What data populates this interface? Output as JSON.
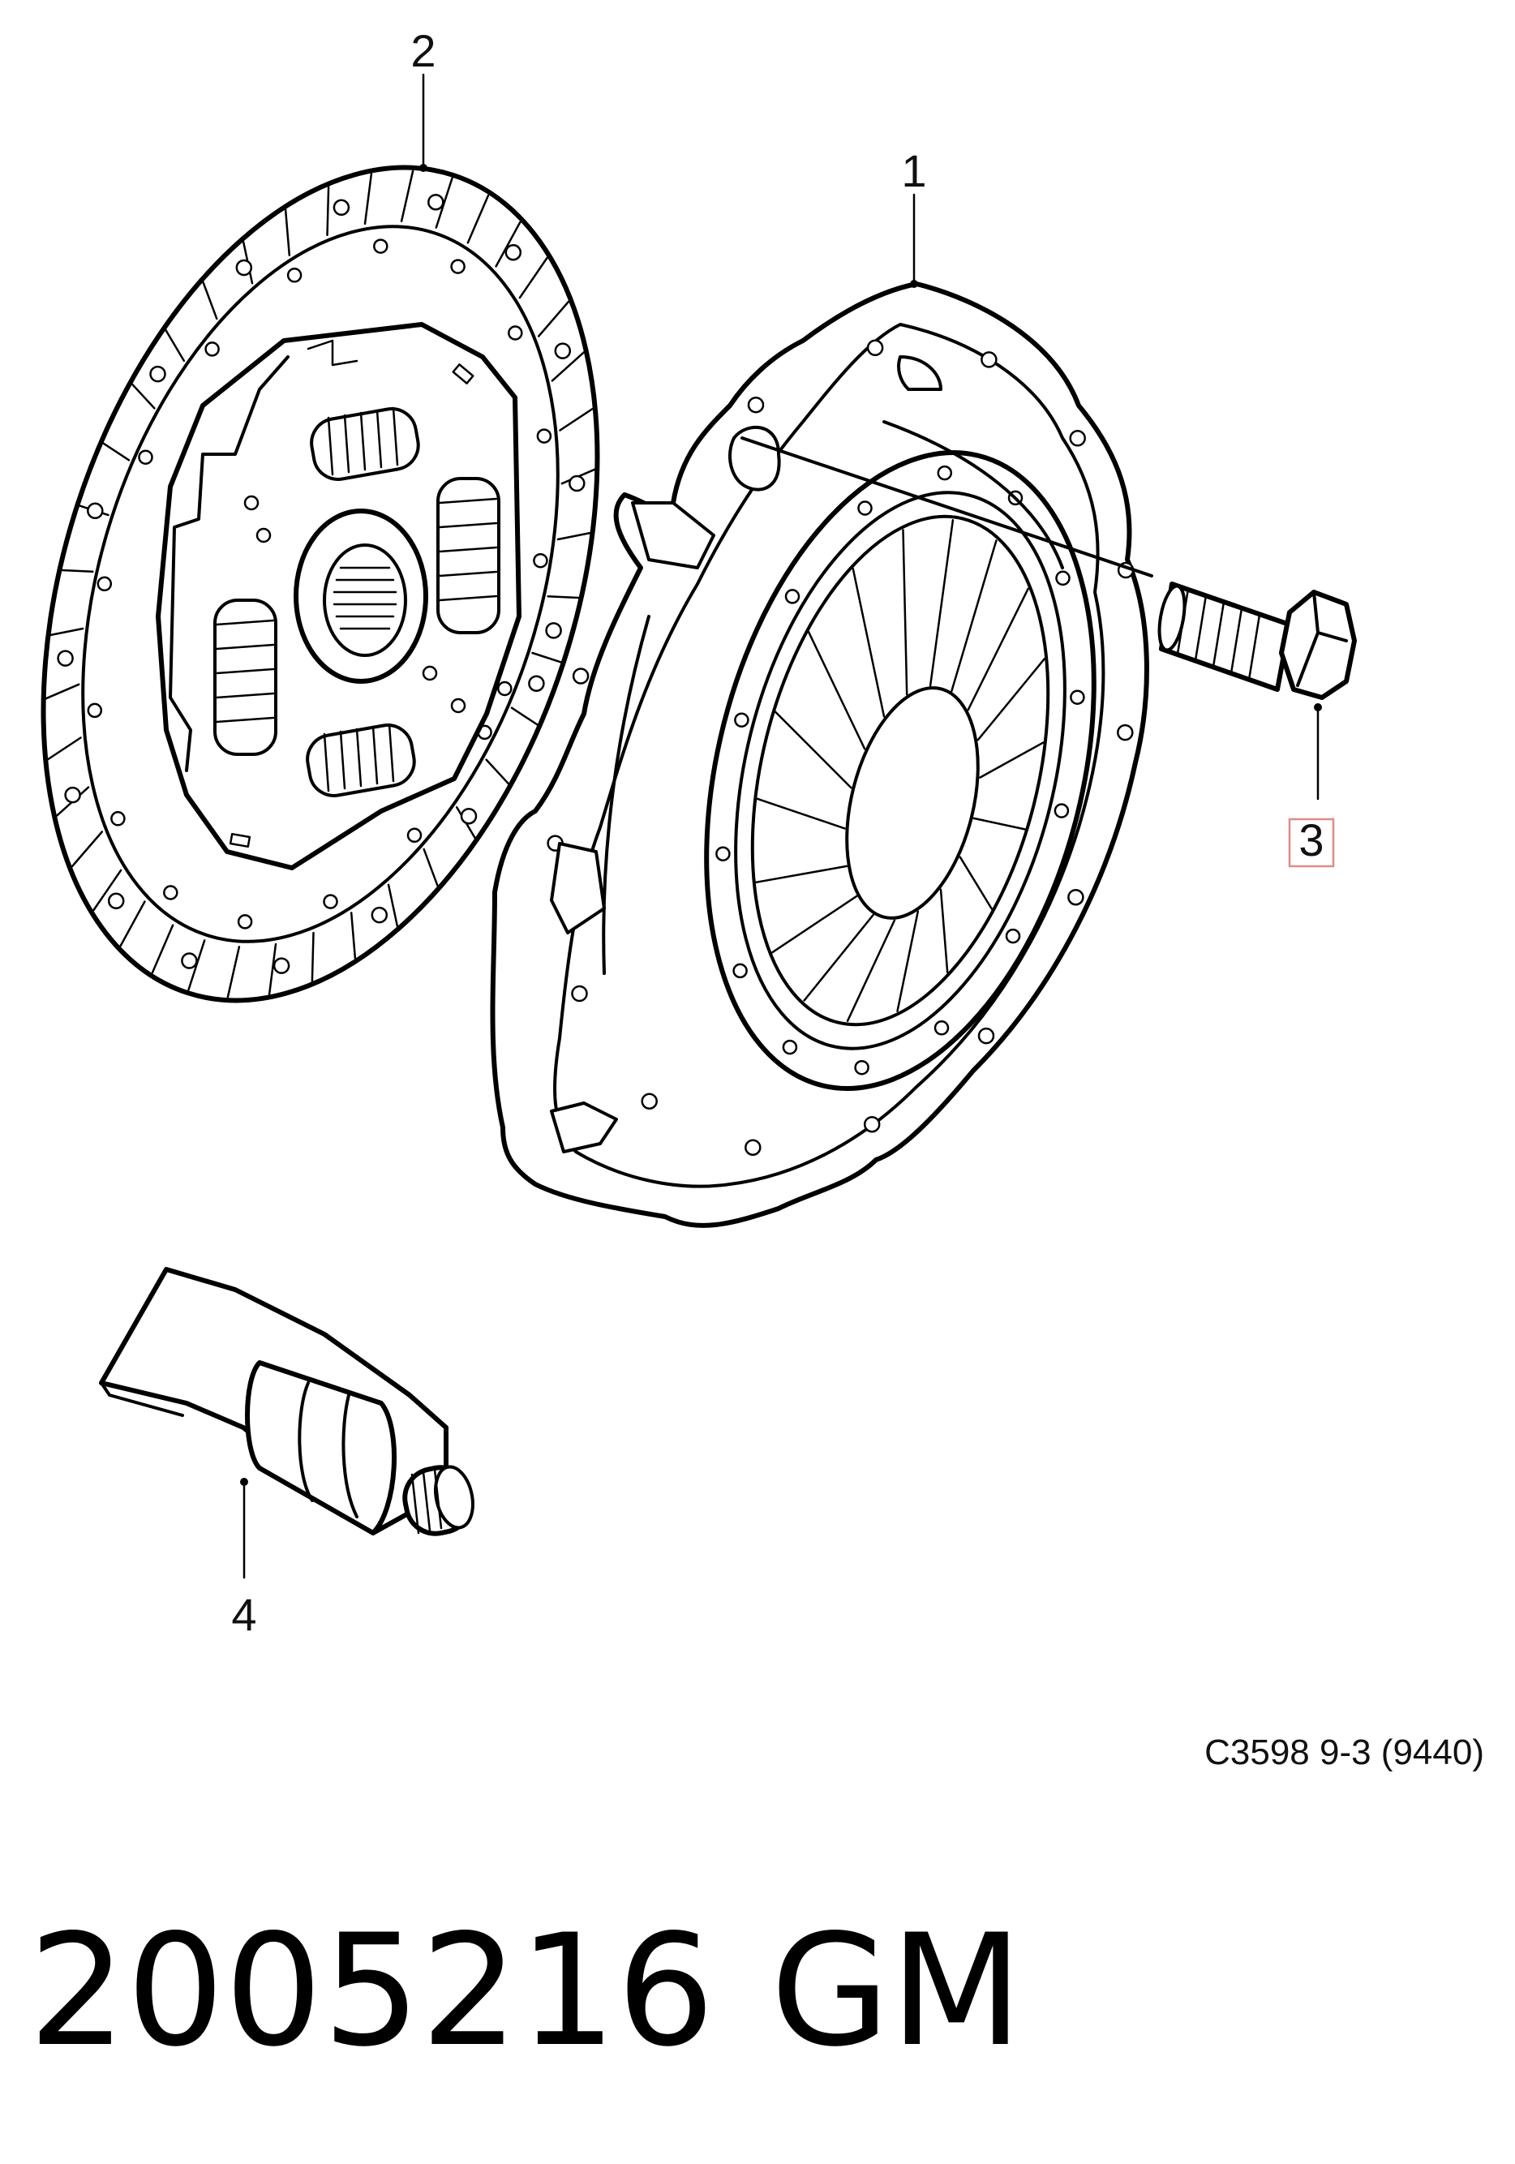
{
  "callouts": [
    {
      "id": "1",
      "label": "1"
    },
    {
      "id": "2",
      "label": "2"
    },
    {
      "id": "3",
      "label": "3"
    },
    {
      "id": "4",
      "label": "4"
    }
  ],
  "diagram_code": "C3598 9-3 (9440)",
  "part_number": "2005216",
  "brand": "GM"
}
